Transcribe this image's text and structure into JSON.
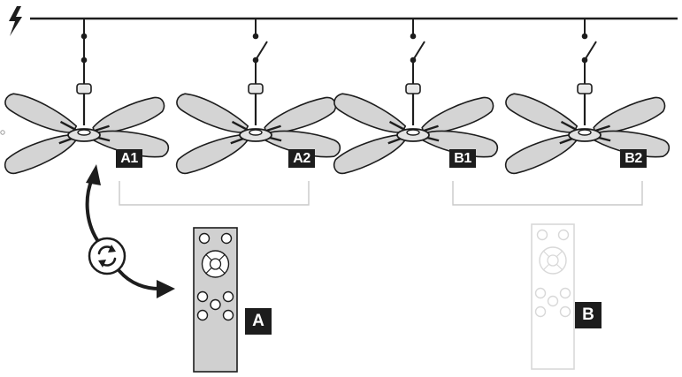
{
  "diagram": {
    "fans": [
      {
        "label": "A1",
        "switch_closed": true,
        "group": "A"
      },
      {
        "label": "A2",
        "switch_closed": false,
        "group": "A"
      },
      {
        "label": "B1",
        "switch_closed": false,
        "group": "B"
      },
      {
        "label": "B2",
        "switch_closed": false,
        "group": "B"
      }
    ],
    "remotes": [
      {
        "label": "A",
        "active": true
      },
      {
        "label": "B",
        "active": false
      }
    ],
    "colors": {
      "line": "#1d1d1d",
      "blade": "#d4d4d4",
      "remote_fill": "#d0d0d0",
      "faded": "#d8d8d8",
      "bracket": "#c9c9c9"
    },
    "icons": [
      "power-bolt-icon",
      "sync-icon"
    ]
  }
}
